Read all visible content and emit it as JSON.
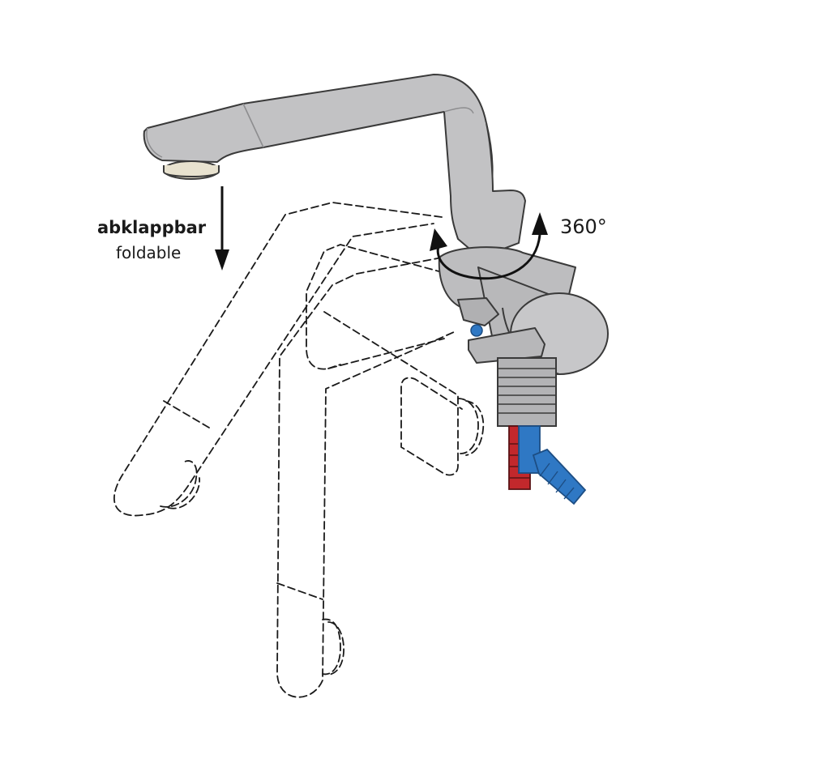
{
  "labels": {
    "fold_de": "abklappbar",
    "fold_en": "foldable",
    "rotation": "360°"
  },
  "colors": {
    "body": "#c2c2c4",
    "body_dark": "#a9a9ab",
    "aerator": "#e8e2cf",
    "hot": "#c2282c",
    "cold": "#2f78c4"
  },
  "icons": [
    "fold-down-arrow-icon",
    "rotation-arrow-icon"
  ]
}
